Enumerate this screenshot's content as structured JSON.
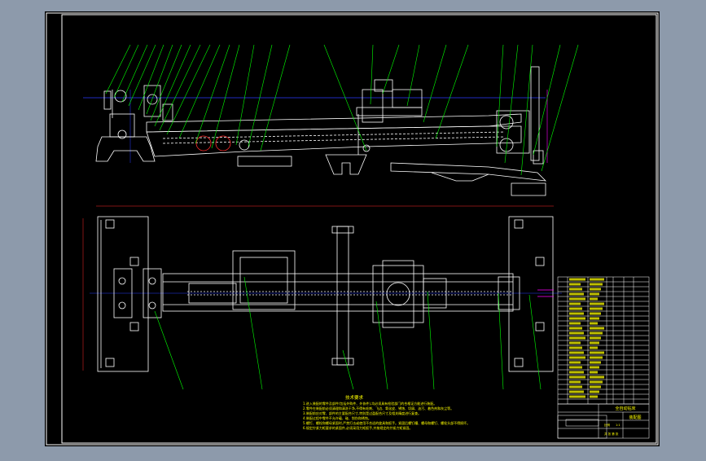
{
  "colors": {
    "background": "#8d9aab",
    "sheet": "#000000",
    "frame": "#ffffff",
    "leader": "#00ff00",
    "centerline": "#2a3cff",
    "section": "#ff2a2a",
    "text_yellow": "#ffff00",
    "magenta": "#ff00ff"
  },
  "notes": {
    "heading": "技术要求",
    "lines": [
      "1.进入装配的零件及部件(包括外购件、外协件),均必须具有检验部门的合格证方能进行装配。",
      "2.零件在装配前必须清理和清洗干净,不得有毛刺、飞边、氧化皮、锈蚀、切屑、油污、着色剂和灰尘等。",
      "3.装配前应对零、部件的主要配合尺寸,特别是过盈配合尺寸及相关精度进行复查。",
      "4.装配过程中零件不允许磕、碰、划伤和锈蚀。",
      "5.螺钉、螺栓和螺母紧固时,严禁打击或使用不合适的旋具和扳手。紧固后螺钉槽、螺母和螺钉、螺栓头部不得损坏。",
      "6.规定拧紧力矩要求的紧固件,必须采用力矩扳手,并按规定的拧紧力矩紧固。"
    ]
  },
  "title_block": {
    "drawing_title": "全自动钻床",
    "drawing_no": "装配图",
    "scale_label": "比例",
    "scale": "1:1",
    "sheet": "共 张 第 张"
  }
}
